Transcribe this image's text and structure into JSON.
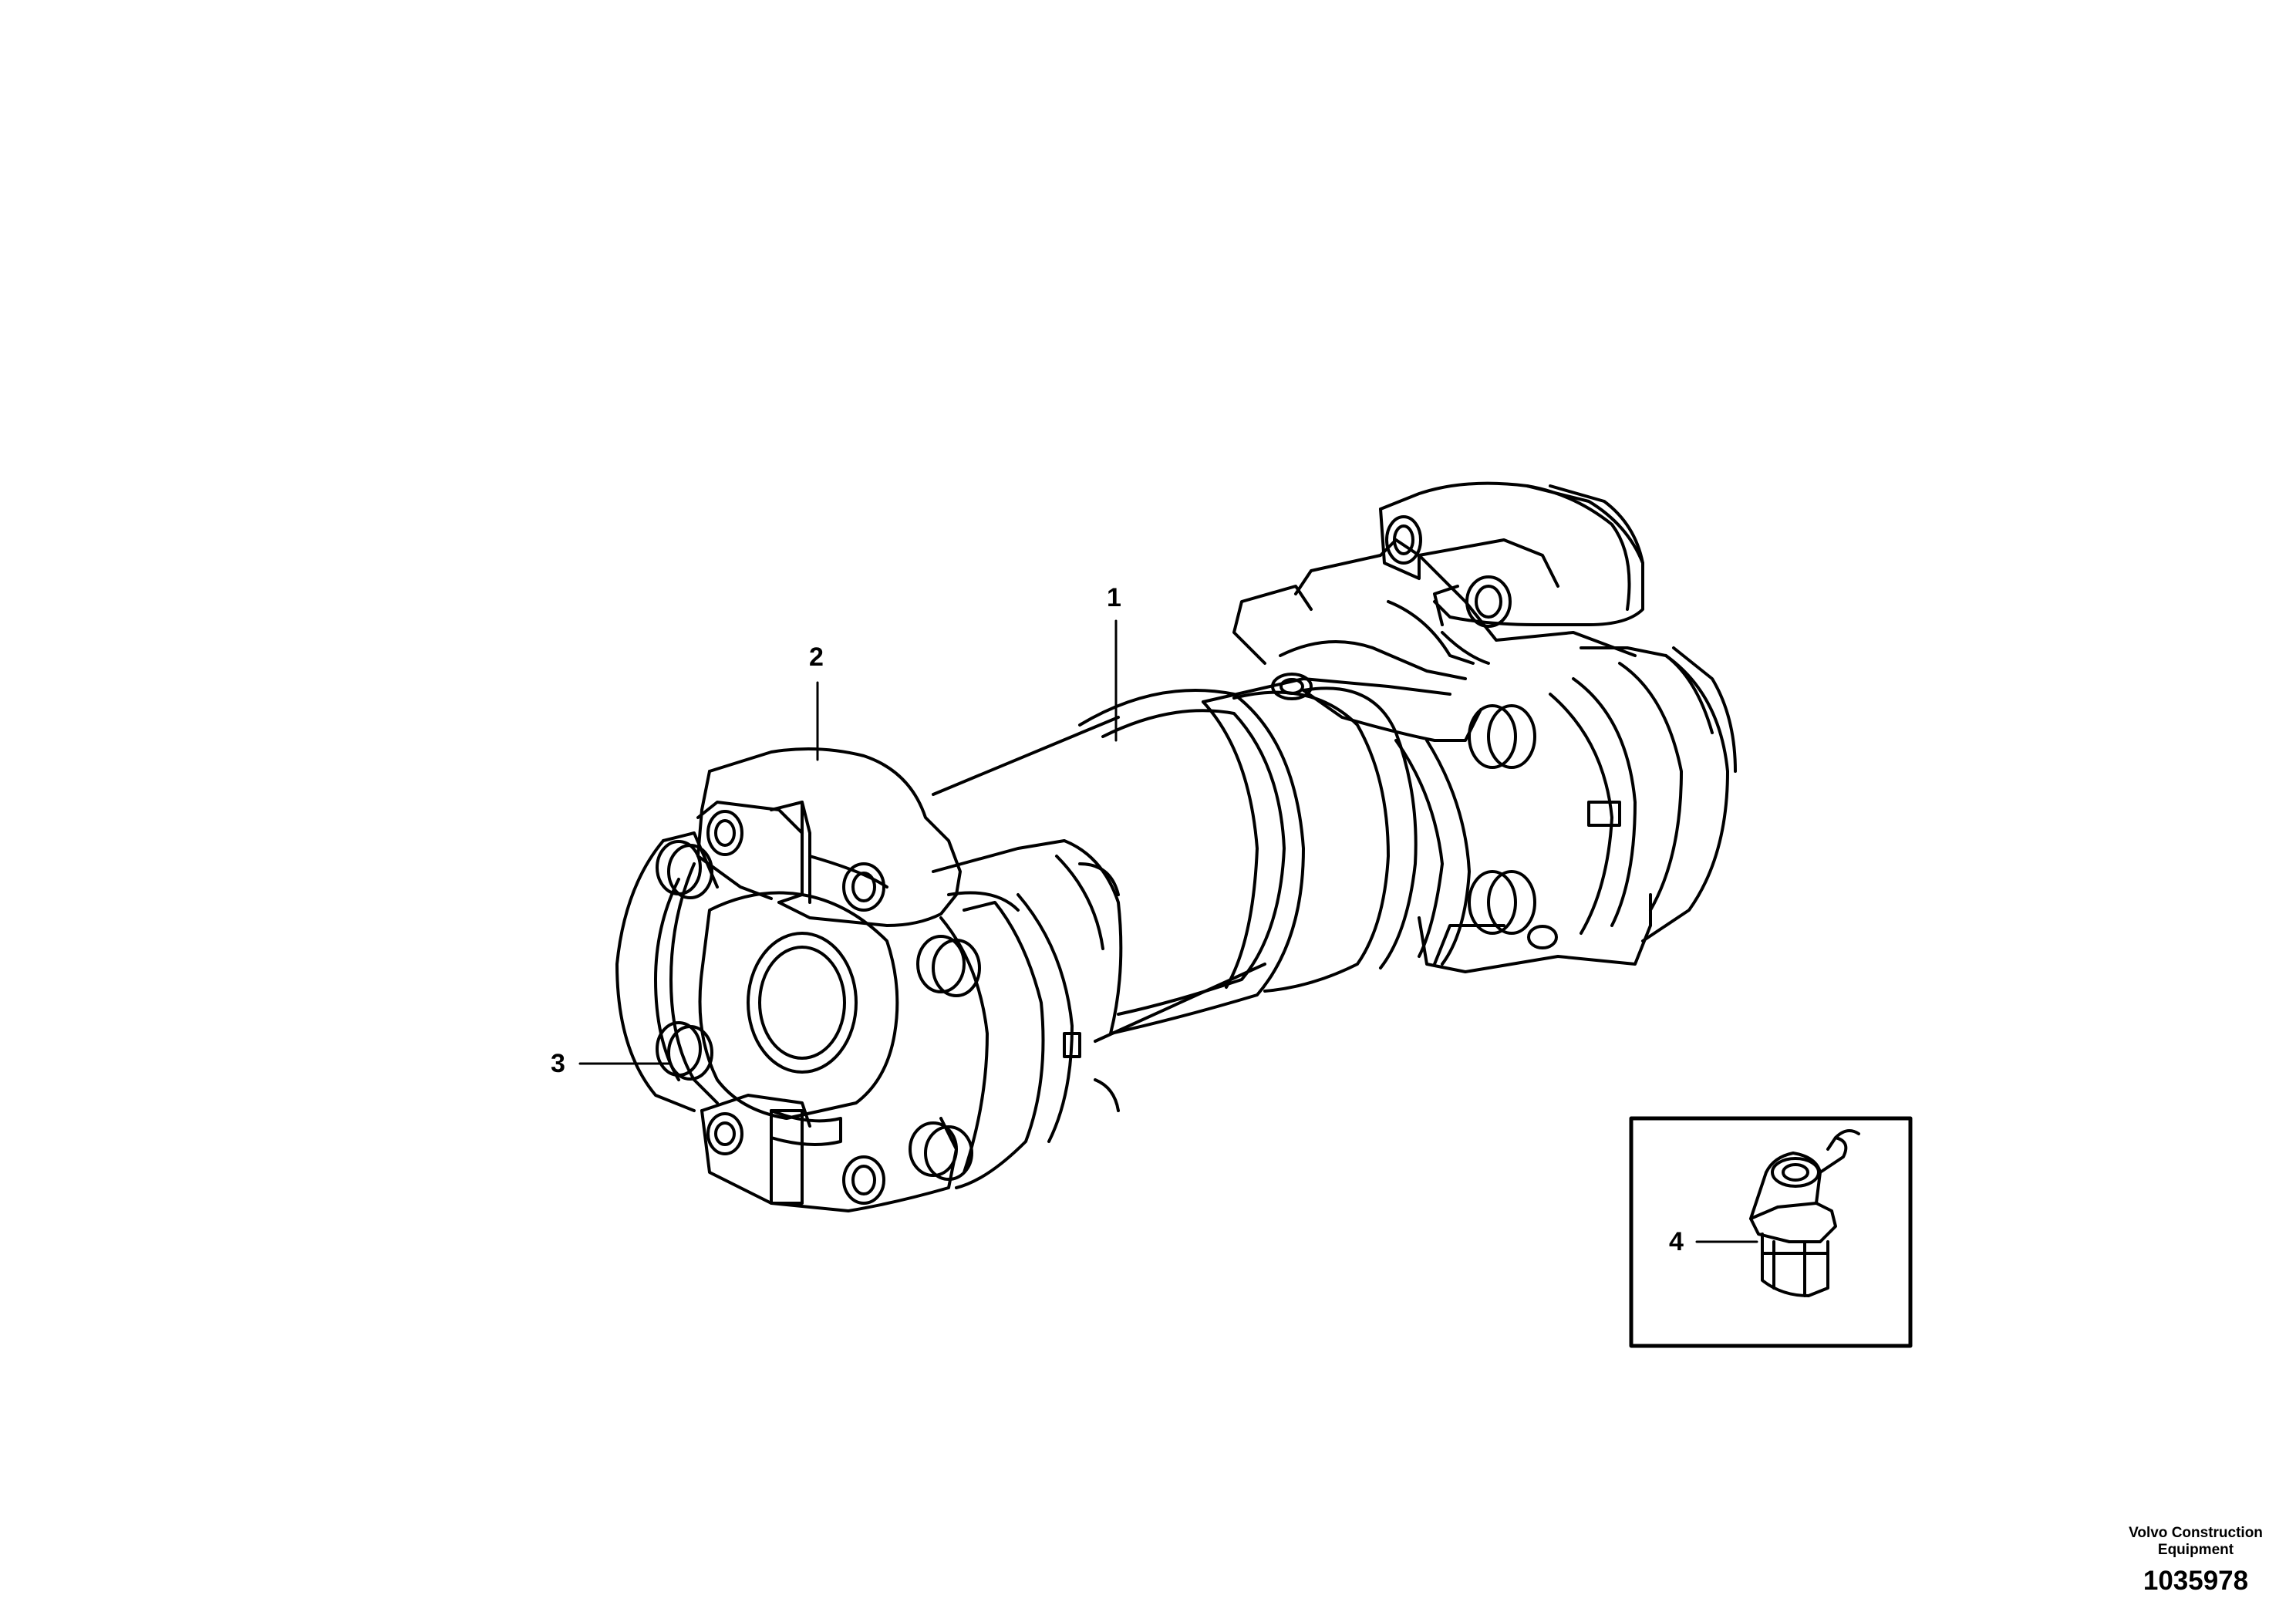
{
  "callouts": [
    {
      "id": "1",
      "label": "1"
    },
    {
      "id": "2",
      "label": "2"
    },
    {
      "id": "3",
      "label": "3"
    },
    {
      "id": "4",
      "label": "4"
    }
  ],
  "footer": {
    "company_line1": "Volvo Construction",
    "company_line2": "Equipment",
    "document_number": "1035978"
  },
  "colors": {
    "line": "#000000",
    "background": "#ffffff"
  }
}
